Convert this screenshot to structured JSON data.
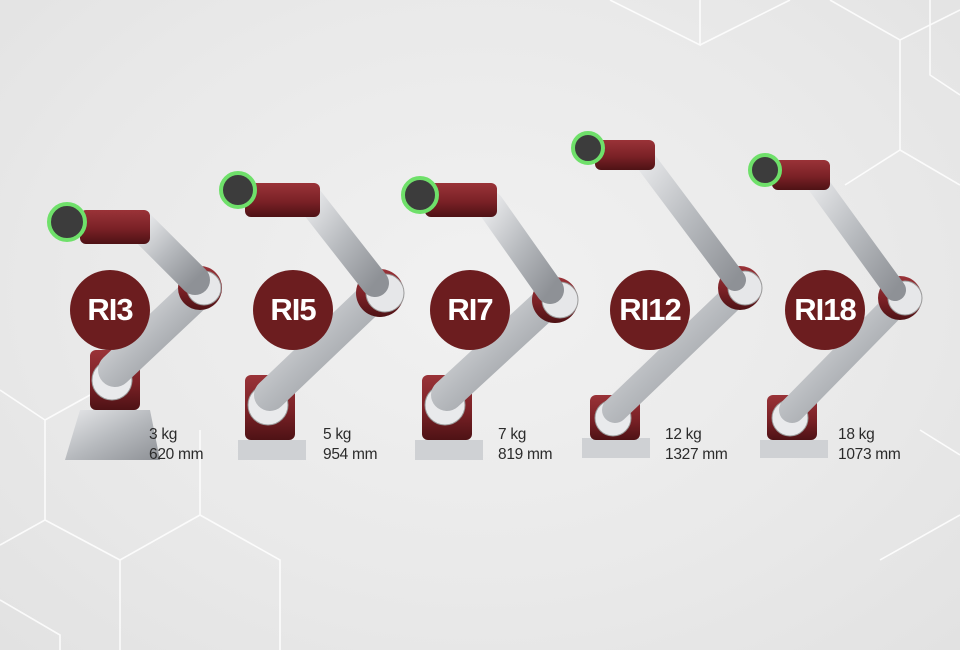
{
  "robots": [
    {
      "model": "RI3",
      "payload": "3 kg",
      "reach": "620 mm"
    },
    {
      "model": "RI5",
      "payload": "5 kg",
      "reach": "954 mm"
    },
    {
      "model": "RI7",
      "payload": "7 kg",
      "reach": "819 mm"
    },
    {
      "model": "RI12",
      "payload": "12 kg",
      "reach": "1327 mm"
    },
    {
      "model": "RI18",
      "payload": "18 kg",
      "reach": "1073 mm"
    }
  ],
  "colors": {
    "badge": "#6c1d1f",
    "arm_red": "#7a2126",
    "arm_silver": "#b9bcc0",
    "tool_ring": "#6fe06a",
    "background": "#ececec"
  }
}
